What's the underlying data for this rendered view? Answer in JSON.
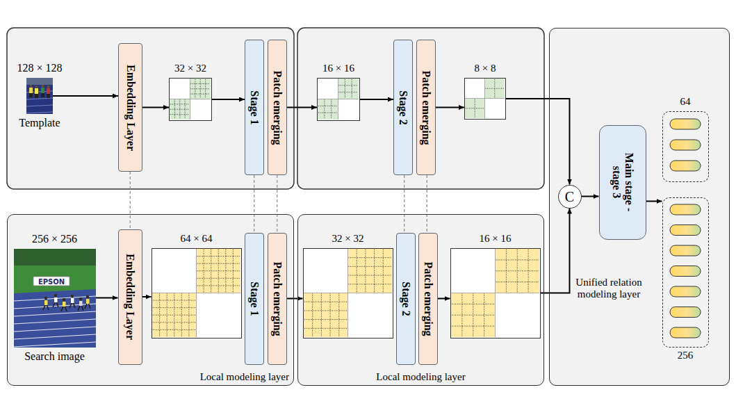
{
  "diagram": {
    "nodes": [
      {
        "text": [
          "Local modeling layer"
        ]
      },
      {
        "text": [
          "Local modeling layer"
        ]
      },
      {
        "text": [
          "Unified relation modeling layer"
        ]
      },
      {
        "text": [
          "128 × 128",
          "Template"
        ]
      },
      {
        "text": [
          "Embedding Layer"
        ]
      },
      {
        "text": [
          "32 × 32"
        ]
      },
      {
        "text": [
          "Stage 1"
        ]
      },
      {
        "text": [
          "Patch emerging"
        ]
      },
      {
        "text": [
          "16 × 16"
        ]
      },
      {
        "text": [
          "Stage 2"
        ]
      },
      {
        "text": [
          "Patch emerging"
        ]
      },
      {
        "text": [
          "8 × 8"
        ]
      },
      {
        "text": [
          "C"
        ],
        "in": 2
      },
      {
        "text": [
          "Main stage -stage 3"
        ],
        "in": 2
      },
      {
        "text": [
          "64"
        ],
        "in": 2
      },
      {
        "text": [
          "256"
        ],
        "in": 2
      },
      {
        "text": [
          "256 × 256",
          "Search image"
        ],
        "in": 0
      },
      {
        "text": [
          "Embedding Layer"
        ],
        "in": 0
      },
      {
        "text": [
          "64 × 64"
        ],
        "in": 0
      },
      {
        "text": [
          "Stage 1"
        ],
        "in": 0
      },
      {
        "text": [
          "Patch emerging"
        ],
        "in": 0
      },
      {
        "text": [
          "32 × 32"
        ],
        "in": 1
      },
      {
        "text": [
          "Stage 2"
        ],
        "in": 1
      },
      {
        "text": [
          "Patch emerging"
        ],
        "in": 1
      },
      {
        "text": [
          "16 × 16"
        ],
        "in": 1
      }
    ],
    "edges": [
      {
        "from": 3,
        "to": 4,
        "arrow": "to"
      },
      {
        "from": 4,
        "to": 5,
        "arrow": "to"
      },
      {
        "from": 5,
        "to": 6,
        "arrow": "to"
      },
      {
        "from": 7,
        "to": 8,
        "arrow": "to"
      },
      {
        "from": 8,
        "to": 9,
        "arrow": "to"
      },
      {
        "from": 10,
        "to": 11,
        "arrow": "to"
      },
      {
        "from": 11,
        "to": 12,
        "arrow": "to"
      },
      {
        "from": 16,
        "to": 17,
        "arrow": "to"
      },
      {
        "from": 17,
        "to": 18,
        "arrow": "to"
      },
      {
        "from": 20,
        "to": 21,
        "arrow": "to"
      },
      {
        "from": 23,
        "to": 24,
        "arrow": "to"
      },
      {
        "from": 24,
        "to": 12,
        "arrow": "to"
      },
      {
        "from": 12,
        "to": 13,
        "arrow": "to"
      },
      {
        "from": 13,
        "to": 15,
        "arrow": "to"
      },
      {
        "from": 4,
        "to": 17,
        "arrow": "none"
      },
      {
        "from": 6,
        "to": 19,
        "arrow": "none"
      },
      {
        "from": 7,
        "to": 20,
        "arrow": "none"
      },
      {
        "from": 9,
        "to": 22,
        "arrow": "none"
      },
      {
        "from": 10,
        "to": 23,
        "arrow": "none"
      }
    ],
    "labels": [
      "EPSON"
    ]
  }
}
